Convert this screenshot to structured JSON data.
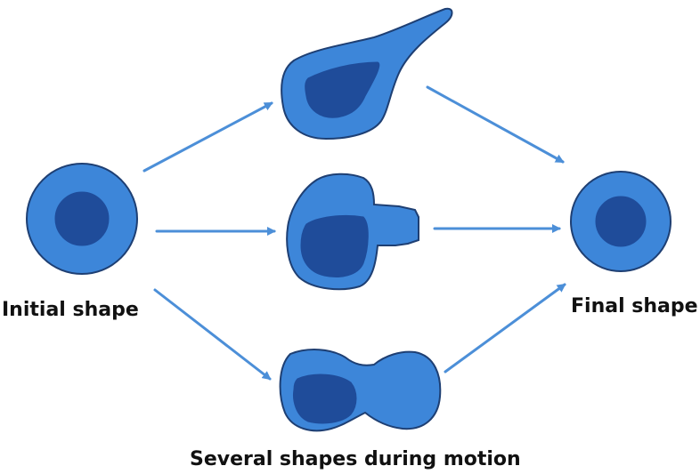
{
  "labels": {
    "initial": "Initial shape",
    "final": "Final shape",
    "motion": "Several shapes during motion"
  },
  "colors": {
    "cell_fill": "#3d86d9",
    "cell_outline": "#1e3f73",
    "nucleus": "#1f4c9a",
    "arrow": "#4c8fd8"
  }
}
